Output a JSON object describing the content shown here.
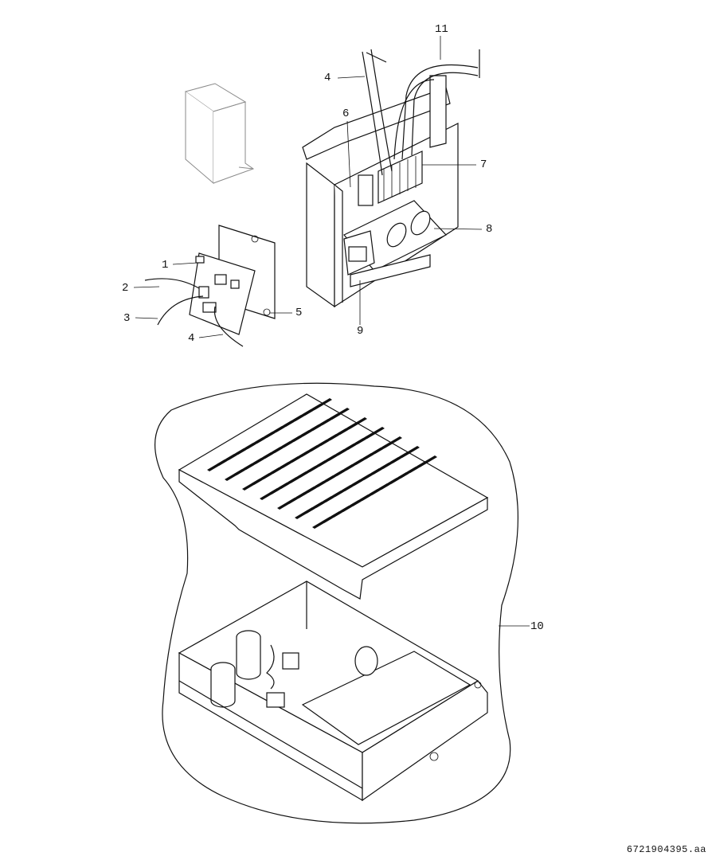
{
  "diagram": {
    "type": "exploded-parts-view",
    "callouts": [
      {
        "id": "11",
        "label": "11"
      },
      {
        "id": "4a",
        "label": "4"
      },
      {
        "id": "6",
        "label": "6"
      },
      {
        "id": "7",
        "label": "7"
      },
      {
        "id": "8",
        "label": "8"
      },
      {
        "id": "1",
        "label": "1"
      },
      {
        "id": "2",
        "label": "2"
      },
      {
        "id": "3",
        "label": "3"
      },
      {
        "id": "5",
        "label": "5"
      },
      {
        "id": "4b",
        "label": "4"
      },
      {
        "id": "9",
        "label": "9"
      },
      {
        "id": "10",
        "label": "10"
      }
    ],
    "drawing_code": "6721904395.aa"
  }
}
